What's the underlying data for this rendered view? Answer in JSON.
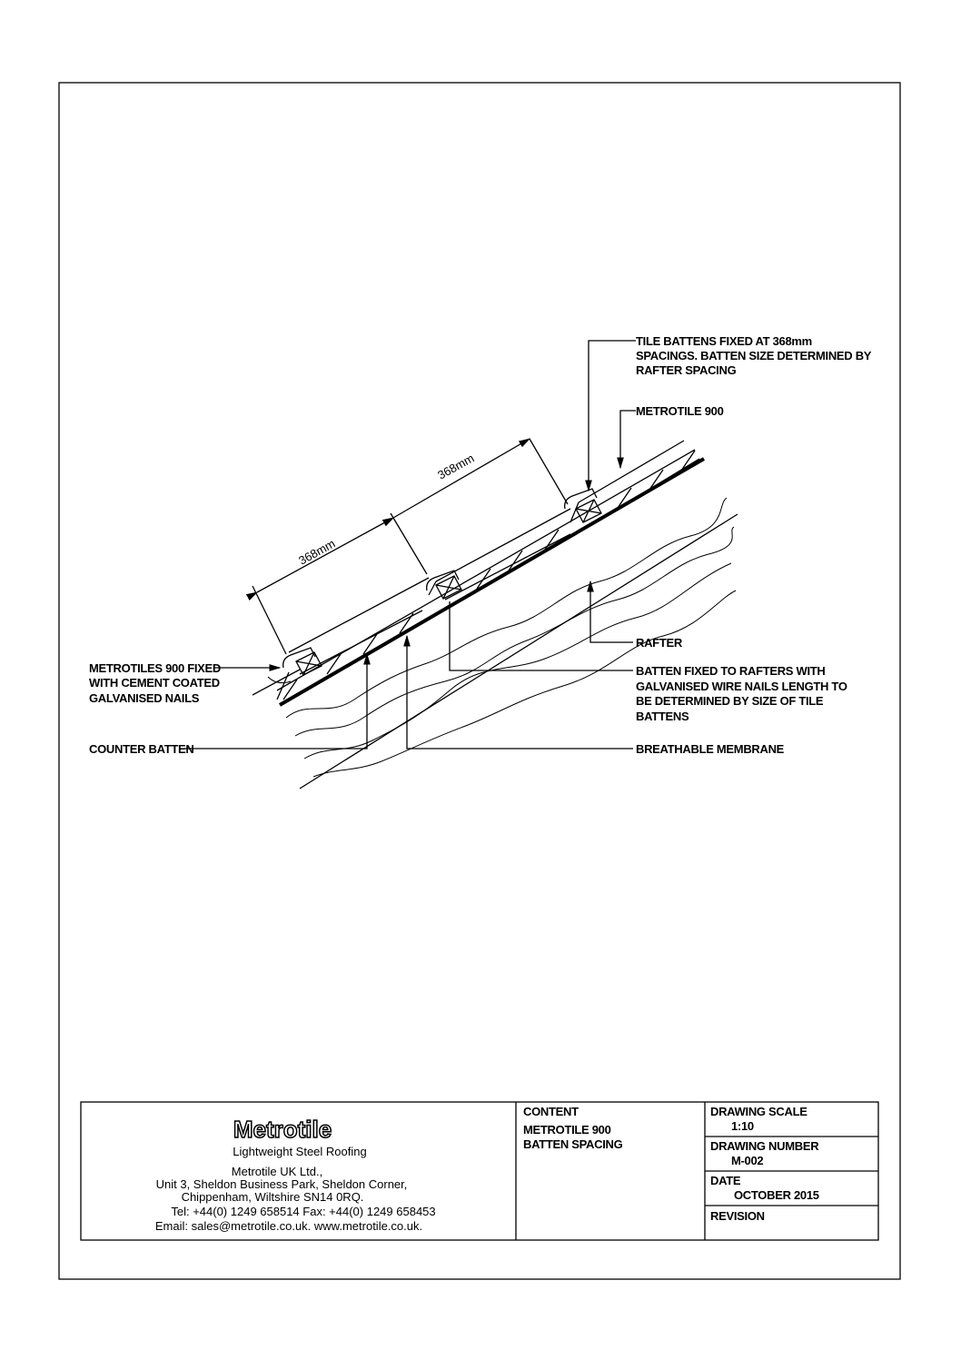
{
  "drawing": {
    "dimensions": [
      "368mm",
      "368mm"
    ],
    "labels": {
      "tile_battens": [
        "TILE BATTENS FIXED AT 368mm",
        "SPACINGS. BATTEN SIZE DETERMINED BY",
        "RAFTER SPACING"
      ],
      "metrotile": "METROTILE 900",
      "rafter": "RAFTER",
      "batten_fixed": [
        "BATTEN FIXED TO RAFTERS WITH",
        "GALVANISED WIRE NAILS LENGTH TO",
        "BE DETERMINED BY SIZE OF TILE",
        "BATTENS"
      ],
      "breathable": "BREATHABLE MEMBRANE",
      "tiles_fixed": [
        "METROTILES 900 FIXED",
        "WITH CEMENT COATED",
        "GALVANISED NAILS"
      ],
      "counter_batten": "COUNTER BATTEN"
    }
  },
  "title_block": {
    "logo": "Metrotile",
    "tagline": "Lightweight Steel Roofing",
    "company": "Metrotile UK Ltd.,",
    "address1": "Unit 3, Sheldon Business Park, Sheldon Corner,",
    "address2": "Chippenham, Wiltshire SN14 0RQ.",
    "phone": "Tel:  +44(0) 1249 658514   Fax:  +44(0) 1249 658453",
    "email": "Email:  sales@metrotile.co.uk.    www.metrotile.co.uk.",
    "content_label": "CONTENT",
    "content_lines": [
      "METROTILE 900",
      "BATTEN SPACING"
    ],
    "scale_label": "DRAWING SCALE",
    "scale": "1:10",
    "number_label": "DRAWING NUMBER",
    "number": "M-002",
    "date_label": "DATE",
    "date": "OCTOBER 2015",
    "revision_label": "REVISION"
  }
}
